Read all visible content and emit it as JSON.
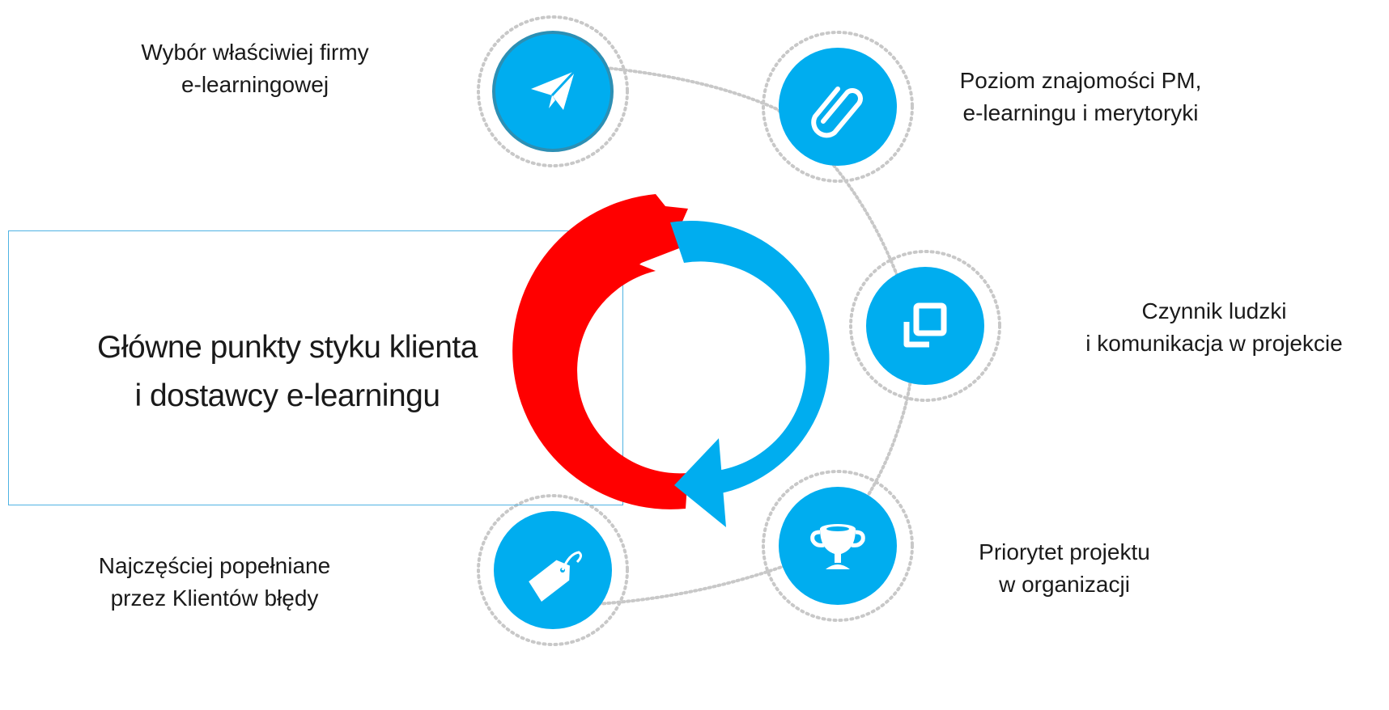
{
  "center_title": {
    "line1": "Główne punkty styku klienta",
    "line2": "i dostawcy e-learningu"
  },
  "nodes": [
    {
      "line1": "Wybór właściwiej firmy",
      "line2": "e-learningowej",
      "icon": "paper-plane-icon",
      "color": "#00adef"
    },
    {
      "line1": "Poziom znajomości PM,",
      "line2": "e-learningu i merytoryki",
      "icon": "paperclip-icon",
      "color": "#00adef"
    },
    {
      "line1": "Czynnik ludzki",
      "line2": "i komunikacja w projekcie",
      "icon": "overlapping-squares-icon",
      "color": "#00adef"
    },
    {
      "line1": "Priorytet projektu",
      "line2": "w organizacji",
      "icon": "trophy-icon",
      "color": "#00adef"
    },
    {
      "line1": "Najczęściej popełniane",
      "line2": "przez Klientów błędy",
      "icon": "price-tag-icon",
      "color": "#00adef"
    }
  ],
  "colors": {
    "accent_blue": "#00adef",
    "arrow_red": "#ff0000",
    "dotted_ring": "#c8c8c8",
    "box_border": "#4fb3e3"
  }
}
